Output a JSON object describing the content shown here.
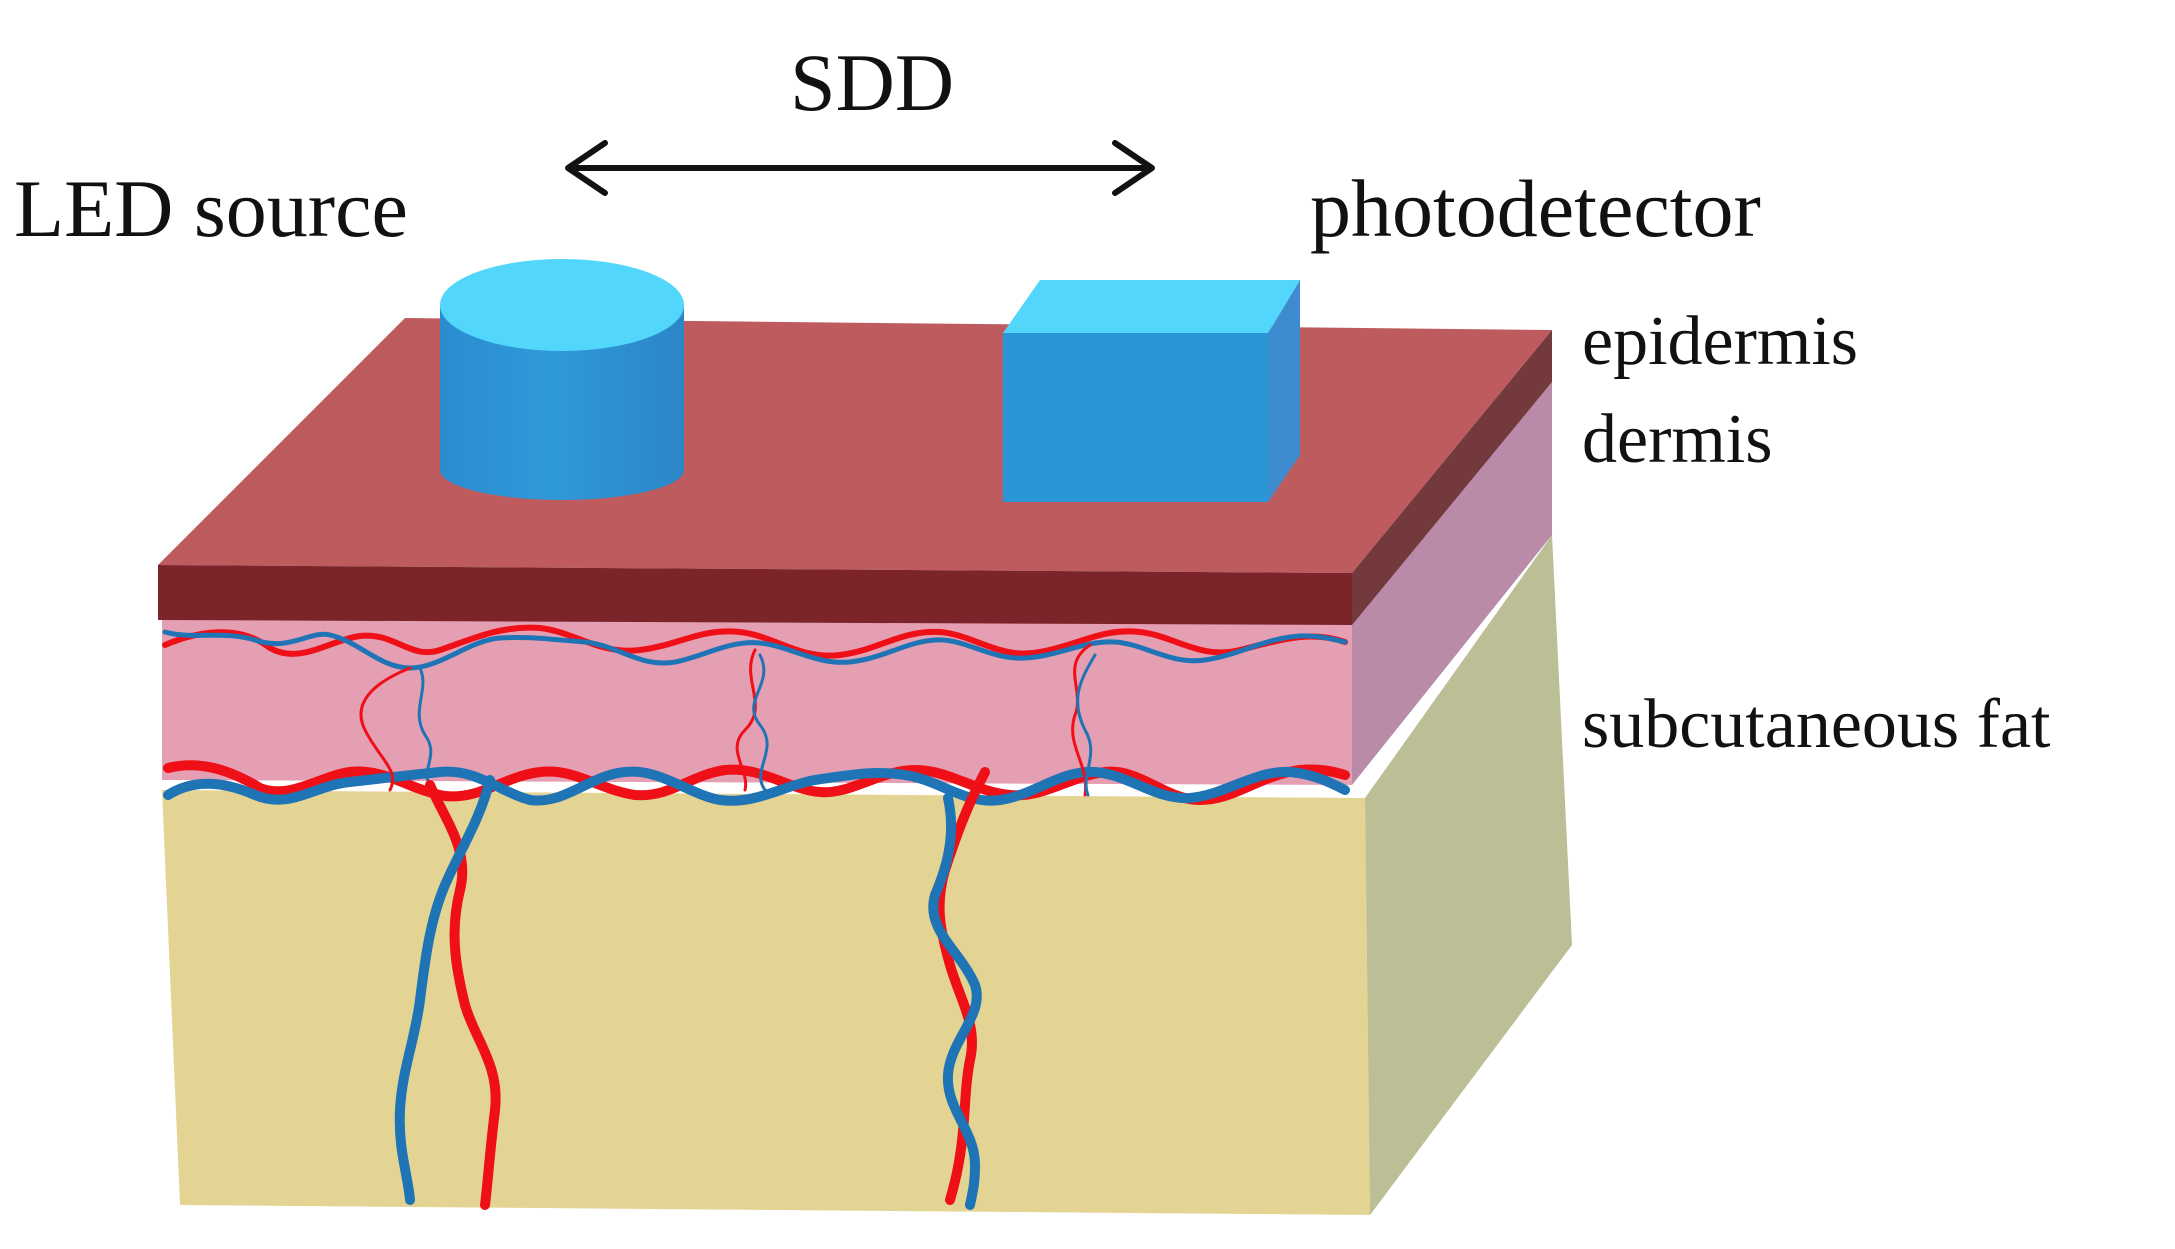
{
  "labels": {
    "sdd": "SDD",
    "source": "LED source",
    "detector": "photodetector",
    "layer_epidermis": "epidermis",
    "layer_dermis": "dermis",
    "layer_fat": "subcutaneous fat"
  },
  "colors": {
    "epidermis_top": "#bd5b5f",
    "epidermis_front": "#7b252b",
    "epidermis_side": "#73393d",
    "dermis_front": "#e59fb2",
    "dermis_side": "#b98ba9",
    "fat_front": "#e4d494",
    "fat_side": "#bcbe95",
    "artery": "#ee0f17",
    "vein": "#1f74b6",
    "device_top": "#52d6fb",
    "device_front": "#2996d6",
    "device_side": "#3f8bcf"
  },
  "components": [
    "LED source",
    "photodetector"
  ],
  "layers": [
    "epidermis",
    "dermis",
    "subcutaneous fat"
  ]
}
